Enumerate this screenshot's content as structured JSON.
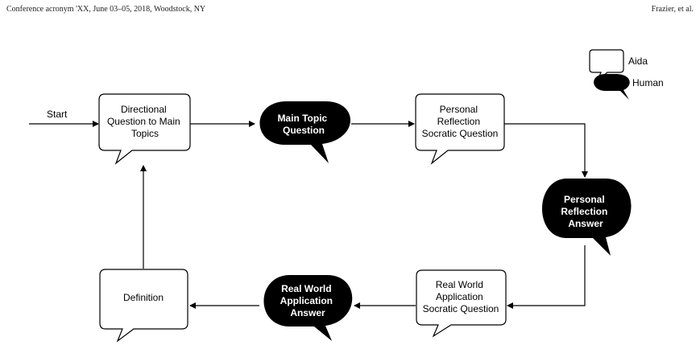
{
  "header": {
    "left": "Conference acronym 'XX, June 03–05, 2018, Woodstock, NY",
    "right": "Frazier, et al."
  },
  "legend": {
    "aida": "Aida",
    "human": "Human"
  },
  "start_label": "Start",
  "nodes": {
    "directional": [
      "Directional",
      "Question to Main",
      "Topics"
    ],
    "main_topic": [
      "Main Topic",
      "Question"
    ],
    "personal_reflection": [
      "Personal",
      "Reflection",
      "Socratic Question"
    ],
    "personal_answer": [
      "Personal",
      "Reflection",
      "Answer"
    ],
    "real_world": [
      "Real World",
      "Application",
      "Socratic Question"
    ],
    "real_world_answer": [
      "Real World",
      "Application",
      "Answer"
    ],
    "definition": [
      "Definition"
    ]
  },
  "colors": {
    "aida_fill": "#ffffff",
    "human_fill": "#000000",
    "stroke": "#000000"
  }
}
